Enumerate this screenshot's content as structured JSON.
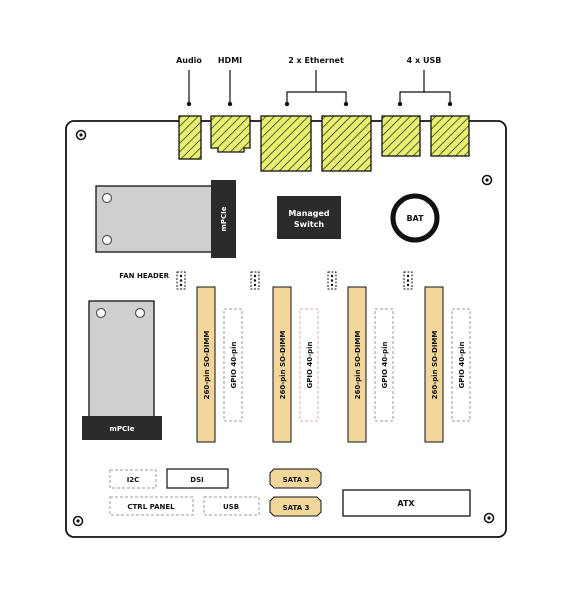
{
  "ports": {
    "audio": "Audio",
    "hdmi": "HDMI",
    "ethernet": "2 x Ethernet",
    "usb": "4 x USB"
  },
  "board": {
    "managed_switch_line1": "Managed",
    "managed_switch_line2": "Switch",
    "battery": "BAT",
    "mpcie_vertical": "mPCIe",
    "mpcie_horizontal": "mPCIe",
    "fan_header": "FAN HEADER",
    "sodimm_label": "260-pin SO-DIMM",
    "gpio_label": "GPIO 40-pin",
    "i2c": "I2C",
    "dsi": "DSI",
    "ctrl_panel": "CTRL PANEL",
    "usb_header": "USB",
    "sata1": "SATA 3",
    "sata2": "SATA 3",
    "atx": "ATX"
  },
  "colors": {
    "accent_yellow": "#e9ef6f",
    "sodimm_fill": "#f3d79a",
    "sata_fill": "#f3d79a",
    "gpio_outline": "#e0a8b0",
    "chip_dark": "#2b2b2b",
    "metal_gray": "#cfcfcf"
  }
}
